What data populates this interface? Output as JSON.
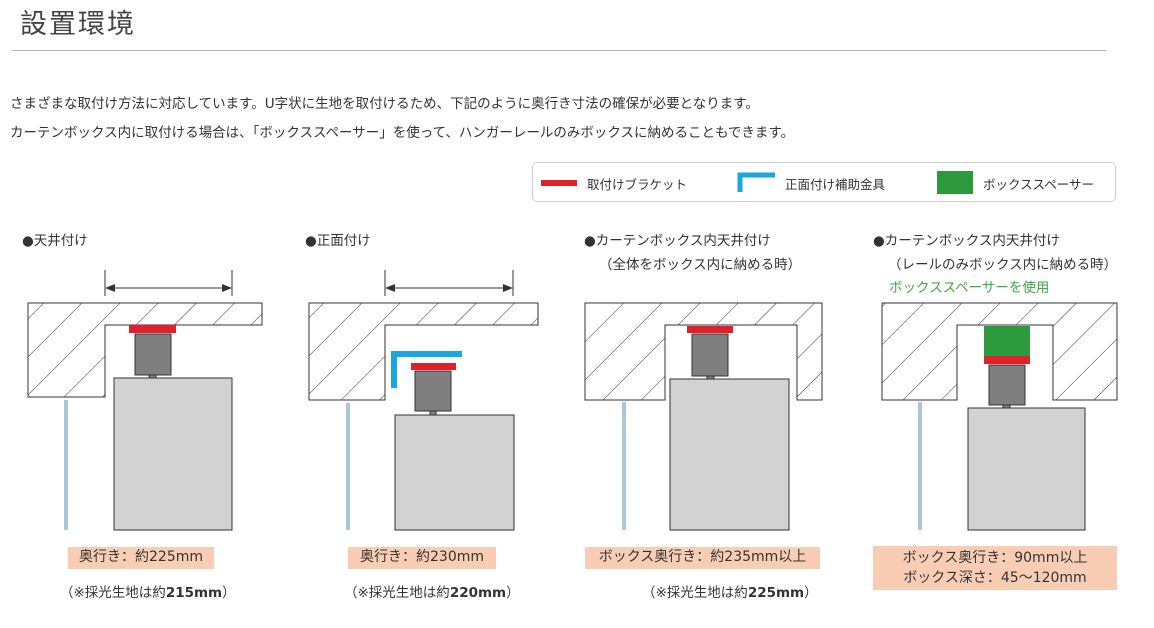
{
  "page": {
    "title": "設置環境"
  },
  "intro": {
    "line1": "さまざまな取付け方法に対応しています。U字状に生地を取付けるため、下記のように奥行き寸法の確保が必要となります。",
    "line2": "カーテンボックス内に取付ける場合は、「ボックススペーサー」を使って、ハンガーレールのみボックスに納めることもできます。"
  },
  "legend": {
    "items": [
      {
        "label": "取付けブラケット",
        "color": "#e0202a",
        "icon": "red-bar"
      },
      {
        "label": "正面付け補助金具",
        "color": "#1aa6e0",
        "icon": "blue-bracket"
      },
      {
        "label": "ボックススペーサー",
        "color": "#2e9a3e",
        "icon": "green-square"
      }
    ]
  },
  "diagrams": [
    {
      "heading": "●天井付け",
      "depth": [
        "奥行き：約225mm"
      ],
      "note": {
        "prefix": "（※採光生地は約",
        "value": "215mm",
        "suffix": "）"
      }
    },
    {
      "heading": "●正面付け",
      "depth": [
        "奥行き：約230mm"
      ],
      "note": {
        "prefix": "（※採光生地は約",
        "value": "220mm",
        "suffix": "）"
      }
    },
    {
      "heading": "●カーテンボックス内天井付け",
      "subheading": "（全体をボックス内に納める時）",
      "depth": [
        "ボックス奥行き：約235mm以上"
      ],
      "note": {
        "prefix": "（※採光生地は約",
        "value": "225mm",
        "suffix": "）"
      }
    },
    {
      "heading": "●カーテンボックス内天井付け",
      "subheading": "（レールのみボックス内に納める時）",
      "subheading2": "ボックススペーサーを使用",
      "depth": [
        "ボックス奥行き：90mm以上",
        "ボックス深さ：45〜120mm"
      ]
    }
  ],
  "colors": {
    "bracket": "#e0202a",
    "front_bracket": "#1aa6e0",
    "spacer": "#2e9a3e",
    "rail": "#7f7f7f",
    "fabric": "#d2d2d2",
    "window": "#a9c8d6",
    "depth_box": "#f9cdb4",
    "subheading_green": "#3daa3d"
  }
}
